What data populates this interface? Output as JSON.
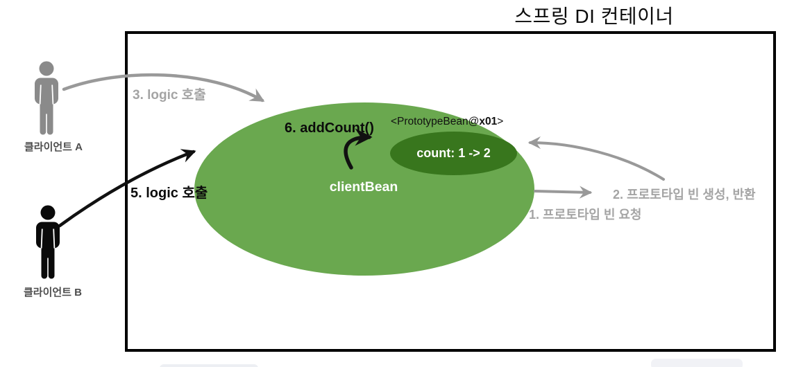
{
  "title": "스프링 DI 컨테이너",
  "clients": [
    {
      "label": "클라이언트 A",
      "color": "#8a8a8a"
    },
    {
      "label": "클라이언트 B",
      "color": "#0a0a0a"
    }
  ],
  "client_bean": {
    "label": "clientBean"
  },
  "prototype_bean": {
    "ref_prefix": "<PrototypeBean@",
    "ref_bold": "x01",
    "ref_suffix": ">",
    "state": "count: 1 -> 2"
  },
  "steps": [
    {
      "label": "1. 프로토타입 빈 요청"
    },
    {
      "label": "2. 프로토타입 빈 생성, 반환"
    },
    {
      "label": "3. logic 호출"
    },
    {
      "label": "5. logic 호출"
    },
    {
      "label": "6. addCount()"
    }
  ],
  "colors": {
    "bean_green": "#6aa84f",
    "proto_dark_green": "#38761d",
    "gray_flow": "#999999",
    "gray_label": "#a4a4a4",
    "black_flow": "#111111"
  }
}
